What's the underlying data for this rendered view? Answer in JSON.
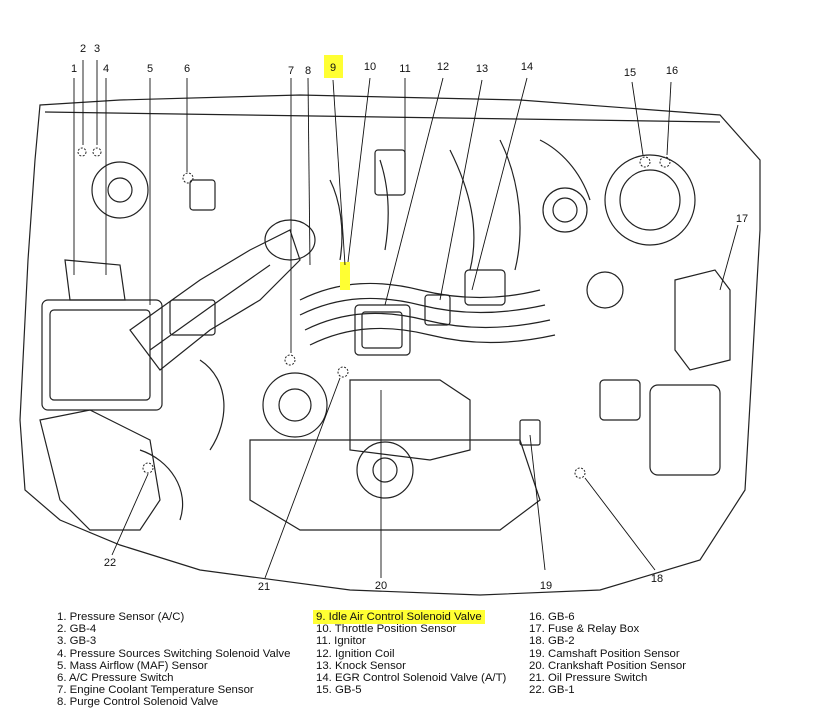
{
  "diagram": {
    "callouts": [
      {
        "num": "1"
      },
      {
        "num": "2"
      },
      {
        "num": "3"
      },
      {
        "num": "4"
      },
      {
        "num": "5"
      },
      {
        "num": "6"
      },
      {
        "num": "7"
      },
      {
        "num": "8"
      },
      {
        "num": "9"
      },
      {
        "num": "10"
      },
      {
        "num": "11"
      },
      {
        "num": "12"
      },
      {
        "num": "13"
      },
      {
        "num": "14"
      },
      {
        "num": "15"
      },
      {
        "num": "16"
      },
      {
        "num": "17"
      },
      {
        "num": "18"
      },
      {
        "num": "19"
      },
      {
        "num": "20"
      },
      {
        "num": "21"
      },
      {
        "num": "22"
      }
    ],
    "highlight_color": "#ffff33"
  },
  "legend": {
    "col1": [
      "1. Pressure Sensor (A/C)",
      "2. GB-4",
      "3. GB-3",
      "4. Pressure Sources Switching Solenoid Valve",
      "5. Mass Airflow (MAF) Sensor",
      "6. A/C Pressure Switch",
      "7. Engine Coolant Temperature Sensor",
      "8. Purge Control Solenoid Valve"
    ],
    "col2": [
      "9. Idle Air Control Solenoid Valve",
      "10. Throttle Position Sensor",
      "11. Ignitor",
      "12. Ignition Coil",
      "13. Knock Sensor",
      "14. EGR Control Solenoid Valve (A/T)",
      "15. GB-5"
    ],
    "col3": [
      "16. GB-6",
      "17. Fuse & Relay Box",
      "18. GB-2",
      "19. Camshaft Position Sensor",
      "20. Crankshaft Position Sensor",
      "21. Oil Pressure Switch",
      "22. GB-1"
    ],
    "highlighted_item": "9. Idle Air Control Solenoid Valve"
  }
}
